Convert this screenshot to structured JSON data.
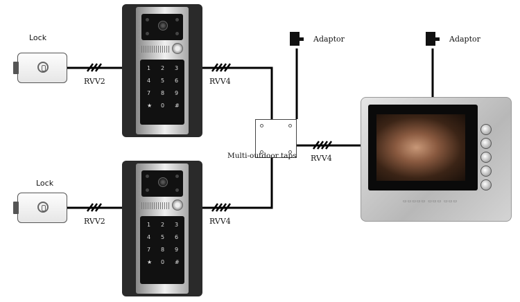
{
  "locks": [
    {
      "label": "Lock"
    },
    {
      "label": "Lock"
    }
  ],
  "cables": {
    "rvv2_top": "RVV2",
    "rvv2_bottom": "RVV2",
    "rvv4_top": "RVV4",
    "rvv4_bottom": "RVV4",
    "rvv4_monitor": "RVV4"
  },
  "adaptors": {
    "left": "Adaptor",
    "right": "Adaptor"
  },
  "taps": {
    "label": "Multi-outdoor taps"
  },
  "keypad": [
    "1",
    "2",
    "3",
    "4",
    "5",
    "6",
    "7",
    "8",
    "9",
    "★",
    "0",
    "#"
  ]
}
